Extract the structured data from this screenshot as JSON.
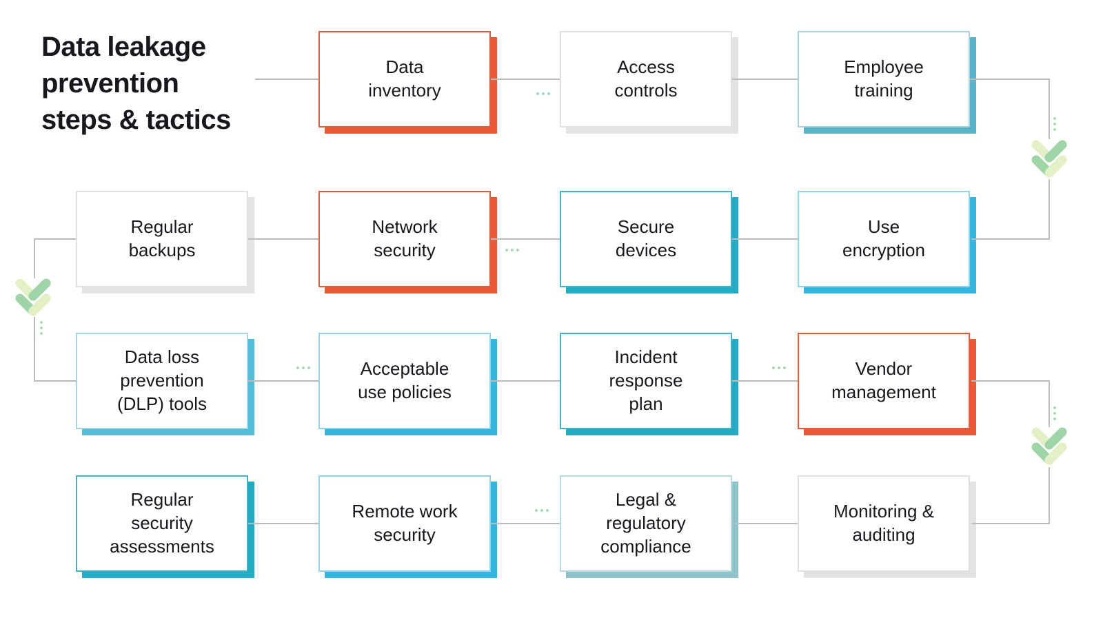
{
  "title": "Data leakage\nprevention\nsteps & tactics",
  "palette": {
    "red": {
      "border": "#e65a3c",
      "shadow": "#ea5a35"
    },
    "gray": {
      "border": "#e0e0e0",
      "shadow": "#e3e3e3"
    },
    "tealDark": {
      "border": "#3eb3c6",
      "shadow": "#21acc4"
    },
    "cyan": {
      "border": "#8ed4ec",
      "shadow": "#33b7e1"
    },
    "tealMuted": {
      "border": "#a4d2e0",
      "shadow": "#59b3c9"
    },
    "tealLight": {
      "border": "#a0d7e5",
      "shadow": "#52bdd6"
    },
    "tealSoft": {
      "border": "#b8d8dd",
      "shadow": "#90c4cc"
    }
  },
  "colors": {
    "line": "#bbbbbb",
    "text": "#17171e",
    "chevron_pale": "#e3f0c6",
    "chevron_green": "#9ed4a6",
    "dots_green": "#8ccb9c"
  },
  "nodes": [
    {
      "label": "Data\ninventory",
      "accent": "red"
    },
    {
      "label": "Access\ncontrols",
      "accent": "gray"
    },
    {
      "label": "Employee\ntraining",
      "accent": "tealMuted"
    },
    {
      "label": "Regular\nbackups",
      "accent": "gray"
    },
    {
      "label": "Network\nsecurity",
      "accent": "red"
    },
    {
      "label": "Secure\ndevices",
      "accent": "tealDark"
    },
    {
      "label": "Use\nencryption",
      "accent": "cyan"
    },
    {
      "label": "Data loss\nprevention\n(DLP) tools",
      "accent": "tealLight"
    },
    {
      "label": "Acceptable\nuse policies",
      "accent": "cyan"
    },
    {
      "label": "Incident\nresponse\nplan",
      "accent": "tealDark"
    },
    {
      "label": "Vendor\nmanagement",
      "accent": "red"
    },
    {
      "label": "Regular\nsecurity\nassessments",
      "accent": "tealDark"
    },
    {
      "label": "Remote work\nsecurity",
      "accent": "cyan"
    },
    {
      "label": "Legal &\nregulatory\ncompliance",
      "accent": "tealSoft"
    },
    {
      "label": "Monitoring &\nauditing",
      "accent": "gray"
    }
  ]
}
